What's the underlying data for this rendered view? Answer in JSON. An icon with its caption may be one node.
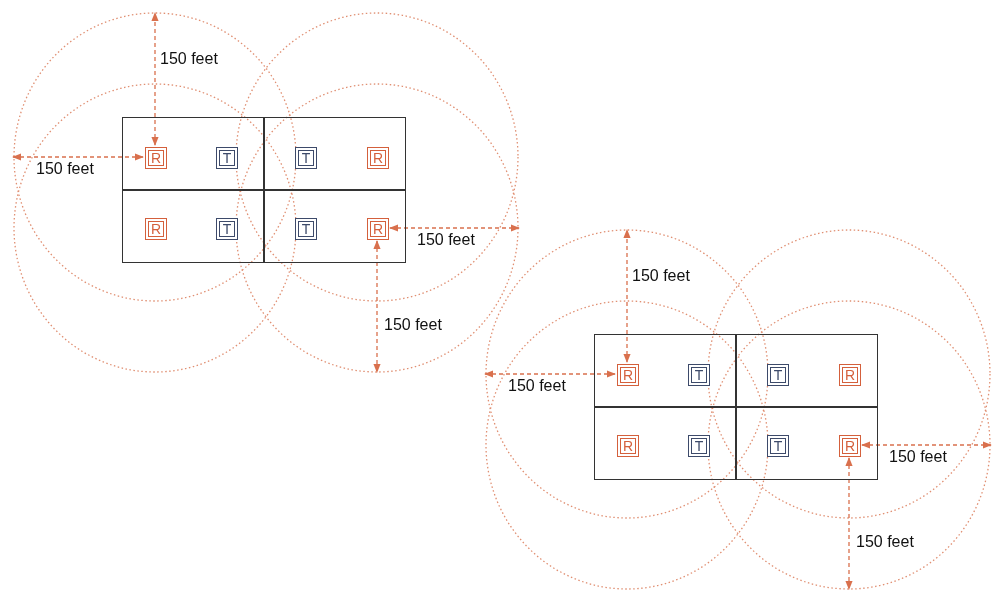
{
  "diagram": {
    "nodes": [
      {
        "text": [],
        "shape": "box"
      },
      {
        "text": [
          "R"
        ],
        "in": 0
      },
      {
        "text": [
          "T"
        ],
        "in": 0
      },
      {
        "text": [
          "T"
        ],
        "in": 0
      },
      {
        "text": [
          "R"
        ],
        "in": 0
      },
      {
        "text": [
          "R"
        ],
        "in": 0
      },
      {
        "text": [
          "T"
        ],
        "in": 0
      },
      {
        "text": [
          "T"
        ],
        "in": 0
      },
      {
        "text": [
          "R"
        ],
        "in": 0
      },
      {
        "text": [],
        "shape": "box"
      },
      {
        "text": [
          "R"
        ],
        "in": 9
      },
      {
        "text": [
          "T"
        ],
        "in": 9
      },
      {
        "text": [
          "T"
        ],
        "in": 9
      },
      {
        "text": [
          "R"
        ],
        "in": 9
      },
      {
        "text": [
          "R"
        ],
        "in": 9
      },
      {
        "text": [
          "T"
        ],
        "in": 9
      },
      {
        "text": [
          "T"
        ],
        "in": 9
      },
      {
        "text": [
          "R"
        ],
        "in": 9
      }
    ],
    "labels": [
      "150 feet",
      "150 feet",
      "150 feet",
      "150 feet",
      "150 feet",
      "150 feet",
      "150 feet",
      "150 feet"
    ]
  }
}
